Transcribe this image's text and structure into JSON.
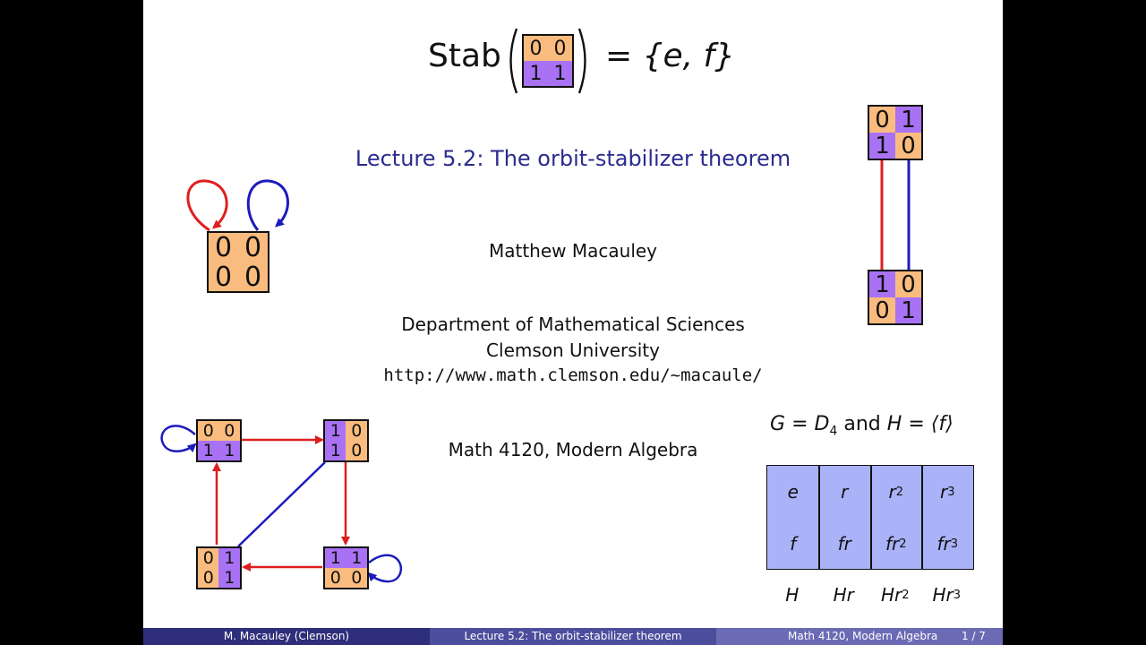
{
  "header": {
    "stab_word": "Stab",
    "stab_matrix": [
      [
        "0",
        "0"
      ],
      [
        "1",
        "1"
      ]
    ],
    "stab_result": "= {e, f}"
  },
  "title": "Lecture 5.2: The orbit-stabilizer theorem",
  "author": "Matthew Macauley",
  "department": "Department of Mathematical Sciences",
  "university": "Clemson University",
  "url": "http://www.math.clemson.edu/~macaule/",
  "course": "Math 4120, Modern Algebra",
  "left_matrix": [
    [
      "0",
      "0"
    ],
    [
      "0",
      "0"
    ]
  ],
  "right_top_matrix": [
    [
      "0",
      "1"
    ],
    [
      "1",
      "0"
    ]
  ],
  "right_bottom_matrix": [
    [
      "1",
      "0"
    ],
    [
      "0",
      "1"
    ]
  ],
  "graph": {
    "m_tl": [
      [
        "0",
        "0"
      ],
      [
        "1",
        "1"
      ]
    ],
    "m_tr": [
      [
        "1",
        "0"
      ],
      [
        "1",
        "0"
      ]
    ],
    "m_bl": [
      [
        "0",
        "1"
      ],
      [
        "0",
        "1"
      ]
    ],
    "m_br": [
      [
        "1",
        "1"
      ],
      [
        "0",
        "0"
      ]
    ]
  },
  "group_caption": {
    "G": "G",
    "eq1": "=",
    "D4": "D",
    "D4_sub": "4",
    "and": "and",
    "H": "H",
    "eq2": "=",
    "gen": "⟨f⟩"
  },
  "coset_table": {
    "top": [
      "e",
      "r",
      "r",
      "r"
    ],
    "top_sup": [
      "",
      "",
      "2",
      "3"
    ],
    "bottom": [
      "f",
      "fr",
      "fr",
      "fr"
    ],
    "bottom_sup": [
      "",
      "",
      "2",
      "3"
    ],
    "labels": [
      "H",
      "Hr",
      "Hr",
      "Hr"
    ],
    "labels_sup": [
      "",
      "",
      "2",
      "3"
    ]
  },
  "footer": {
    "left": "M. Macauley  (Clemson)",
    "center": "Lecture 5.2: The orbit-stabilizer theorem",
    "right": "Math 4120, Modern Algebra",
    "page": "1 / 7"
  },
  "colors": {
    "orange": "#f9bc7e",
    "purple": "#a972f5",
    "table_blue": "#aab2f8",
    "red": "#dd1f1f",
    "blue": "#1c1cbc",
    "title_blue": "#2b2b8f",
    "footer_dark": "#2e2e7a",
    "footer_mid": "#4d4d9e",
    "footer_light": "#6a6ab5"
  }
}
